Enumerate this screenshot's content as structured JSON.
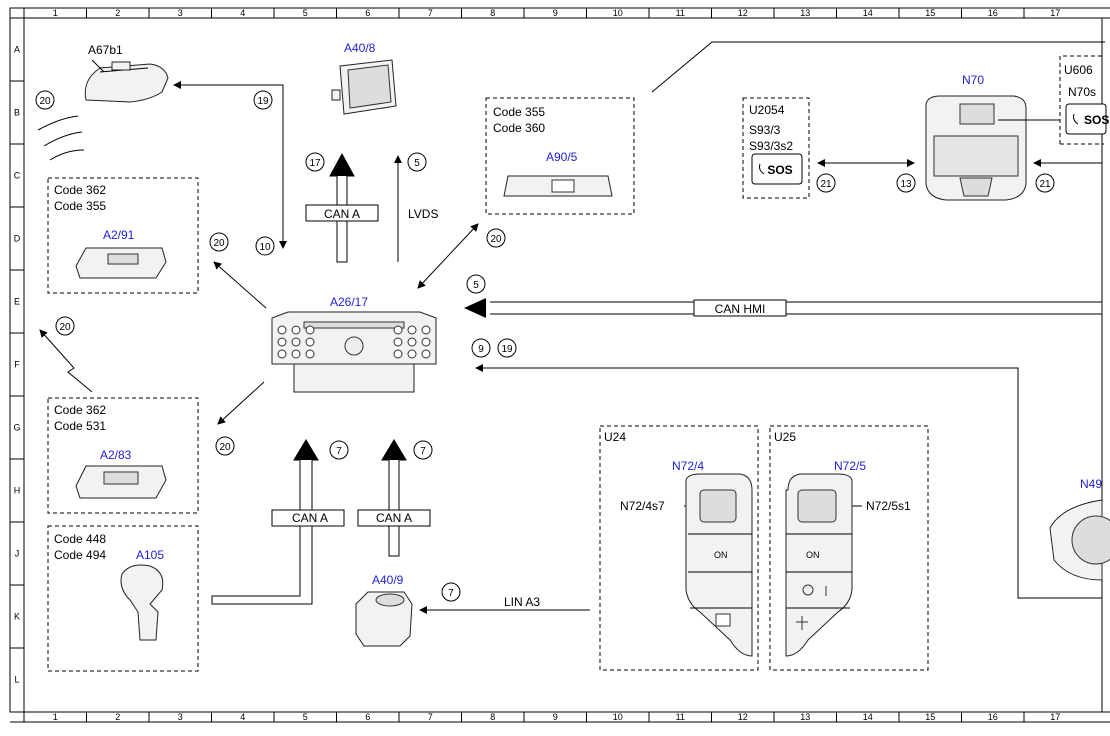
{
  "grid": {
    "cols": [
      "1",
      "2",
      "3",
      "4",
      "5",
      "6",
      "7",
      "8",
      "9",
      "10",
      "11",
      "12",
      "13",
      "14",
      "15",
      "16",
      "17"
    ],
    "rows": [
      "A",
      "B",
      "C",
      "D",
      "E",
      "F",
      "G",
      "H",
      "J",
      "K",
      "L"
    ]
  },
  "components": {
    "a67b1": "A67b1",
    "a40_8": "A40/8",
    "a90_5": "A90/5",
    "n70": "N70",
    "n70s": "N70s",
    "u606": "U606",
    "u2054": "U2054",
    "s93_3": "S93/3",
    "s93_3s2": "S93/3s2",
    "sos1": "SOS",
    "sos2": "SOS",
    "a2_91": "A2/91",
    "a26_17": "A26/17",
    "a2_83": "A2/83",
    "a105": "A105",
    "a40_9": "A40/9",
    "u24": "U24",
    "u25": "U25",
    "n72_4": "N72/4",
    "n72_5": "N72/5",
    "n72_4s7": "N72/4s7",
    "n72_5s1": "N72/5s1",
    "n49": "N49",
    "on1": "ON",
    "on2": "ON"
  },
  "codes": {
    "a90_line1": "Code 355",
    "a90_line2": "Code 360",
    "a2_91_line1": "Code 362",
    "a2_91_line2": "Code 355",
    "a2_83_line1": "Code 362",
    "a2_83_line2": "Code 531",
    "a105_line1": "Code 448",
    "a105_line2": "Code 494"
  },
  "buses": {
    "can_a_1": "CAN A",
    "lvds": "LVDS",
    "can_hmi": "CAN HMI",
    "can_a_2": "CAN A",
    "can_a_3": "CAN A",
    "lin_a3": "LIN A3"
  },
  "circles": {
    "c20a": "20",
    "c19": "19",
    "c17": "17",
    "c5a": "5",
    "c10": "10",
    "c20b": "20",
    "c20c": "20",
    "c21a": "21",
    "c13": "13",
    "c21b": "21",
    "c5b": "5",
    "c9": "9",
    "c19b": "19",
    "c20d": "20",
    "c20e": "20",
    "c7a": "7",
    "c7b": "7",
    "c7c": "7"
  }
}
